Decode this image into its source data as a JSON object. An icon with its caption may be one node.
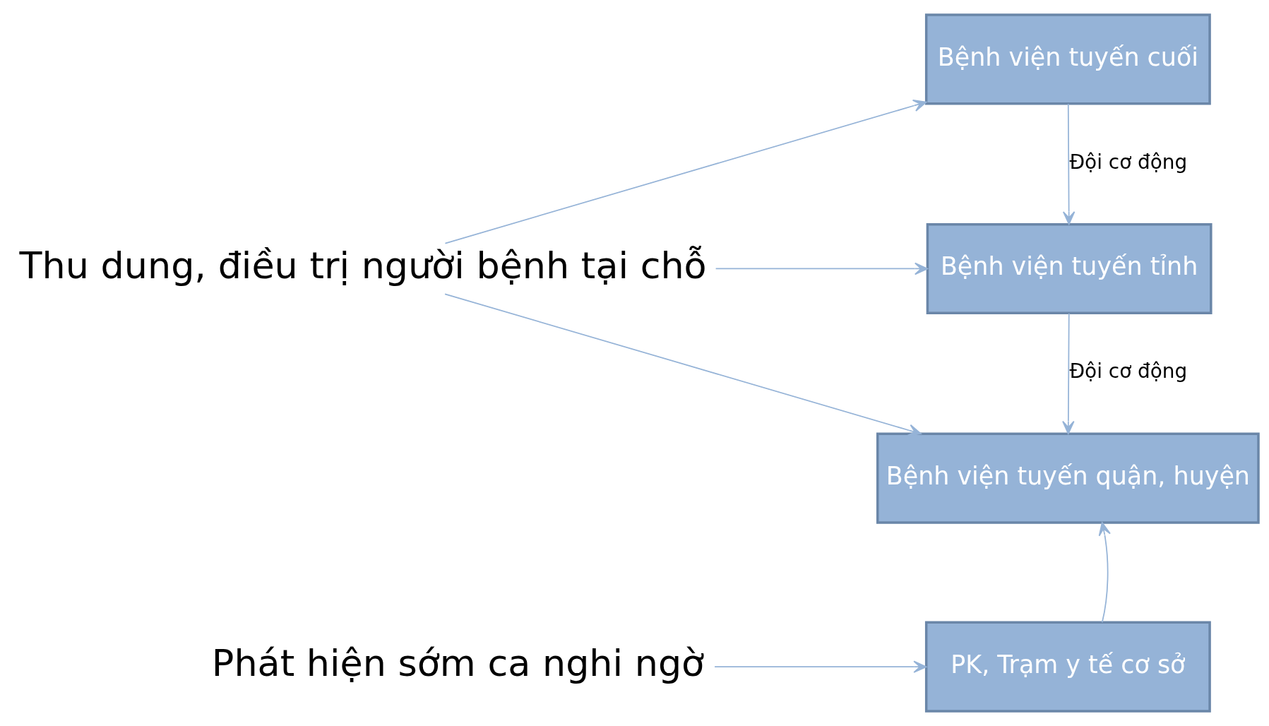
{
  "diagram": {
    "nodes": [
      {
        "text": [
          "Thu dung, điều trị người bệnh tại chỗ"
        ]
      },
      {
        "text": [
          "Phát hiện sớm ca nghi ngờ"
        ]
      },
      {
        "text": [
          "Bệnh viện tuyến cuối"
        ]
      },
      {
        "text": [
          "Bệnh viện tuyến tỉnh"
        ]
      },
      {
        "text": [
          "Bệnh viện tuyến quận, huyện"
        ]
      },
      {
        "text": [
          "PK, Trạm y tế cơ sở"
        ]
      }
    ],
    "edges": [
      {
        "from": 0,
        "to": 2,
        "arrow": "to"
      },
      {
        "from": 0,
        "to": 3,
        "arrow": "to"
      },
      {
        "from": 0,
        "to": 4,
        "arrow": "to"
      },
      {
        "from": 2,
        "to": 3,
        "arrow": "to",
        "label": "Đội cơ động"
      },
      {
        "from": 3,
        "to": 4,
        "arrow": "to",
        "label": "Đội cơ động"
      },
      {
        "from": 5,
        "to": 4,
        "arrow": "to"
      },
      {
        "from": 1,
        "to": 5,
        "arrow": "to"
      }
    ]
  }
}
